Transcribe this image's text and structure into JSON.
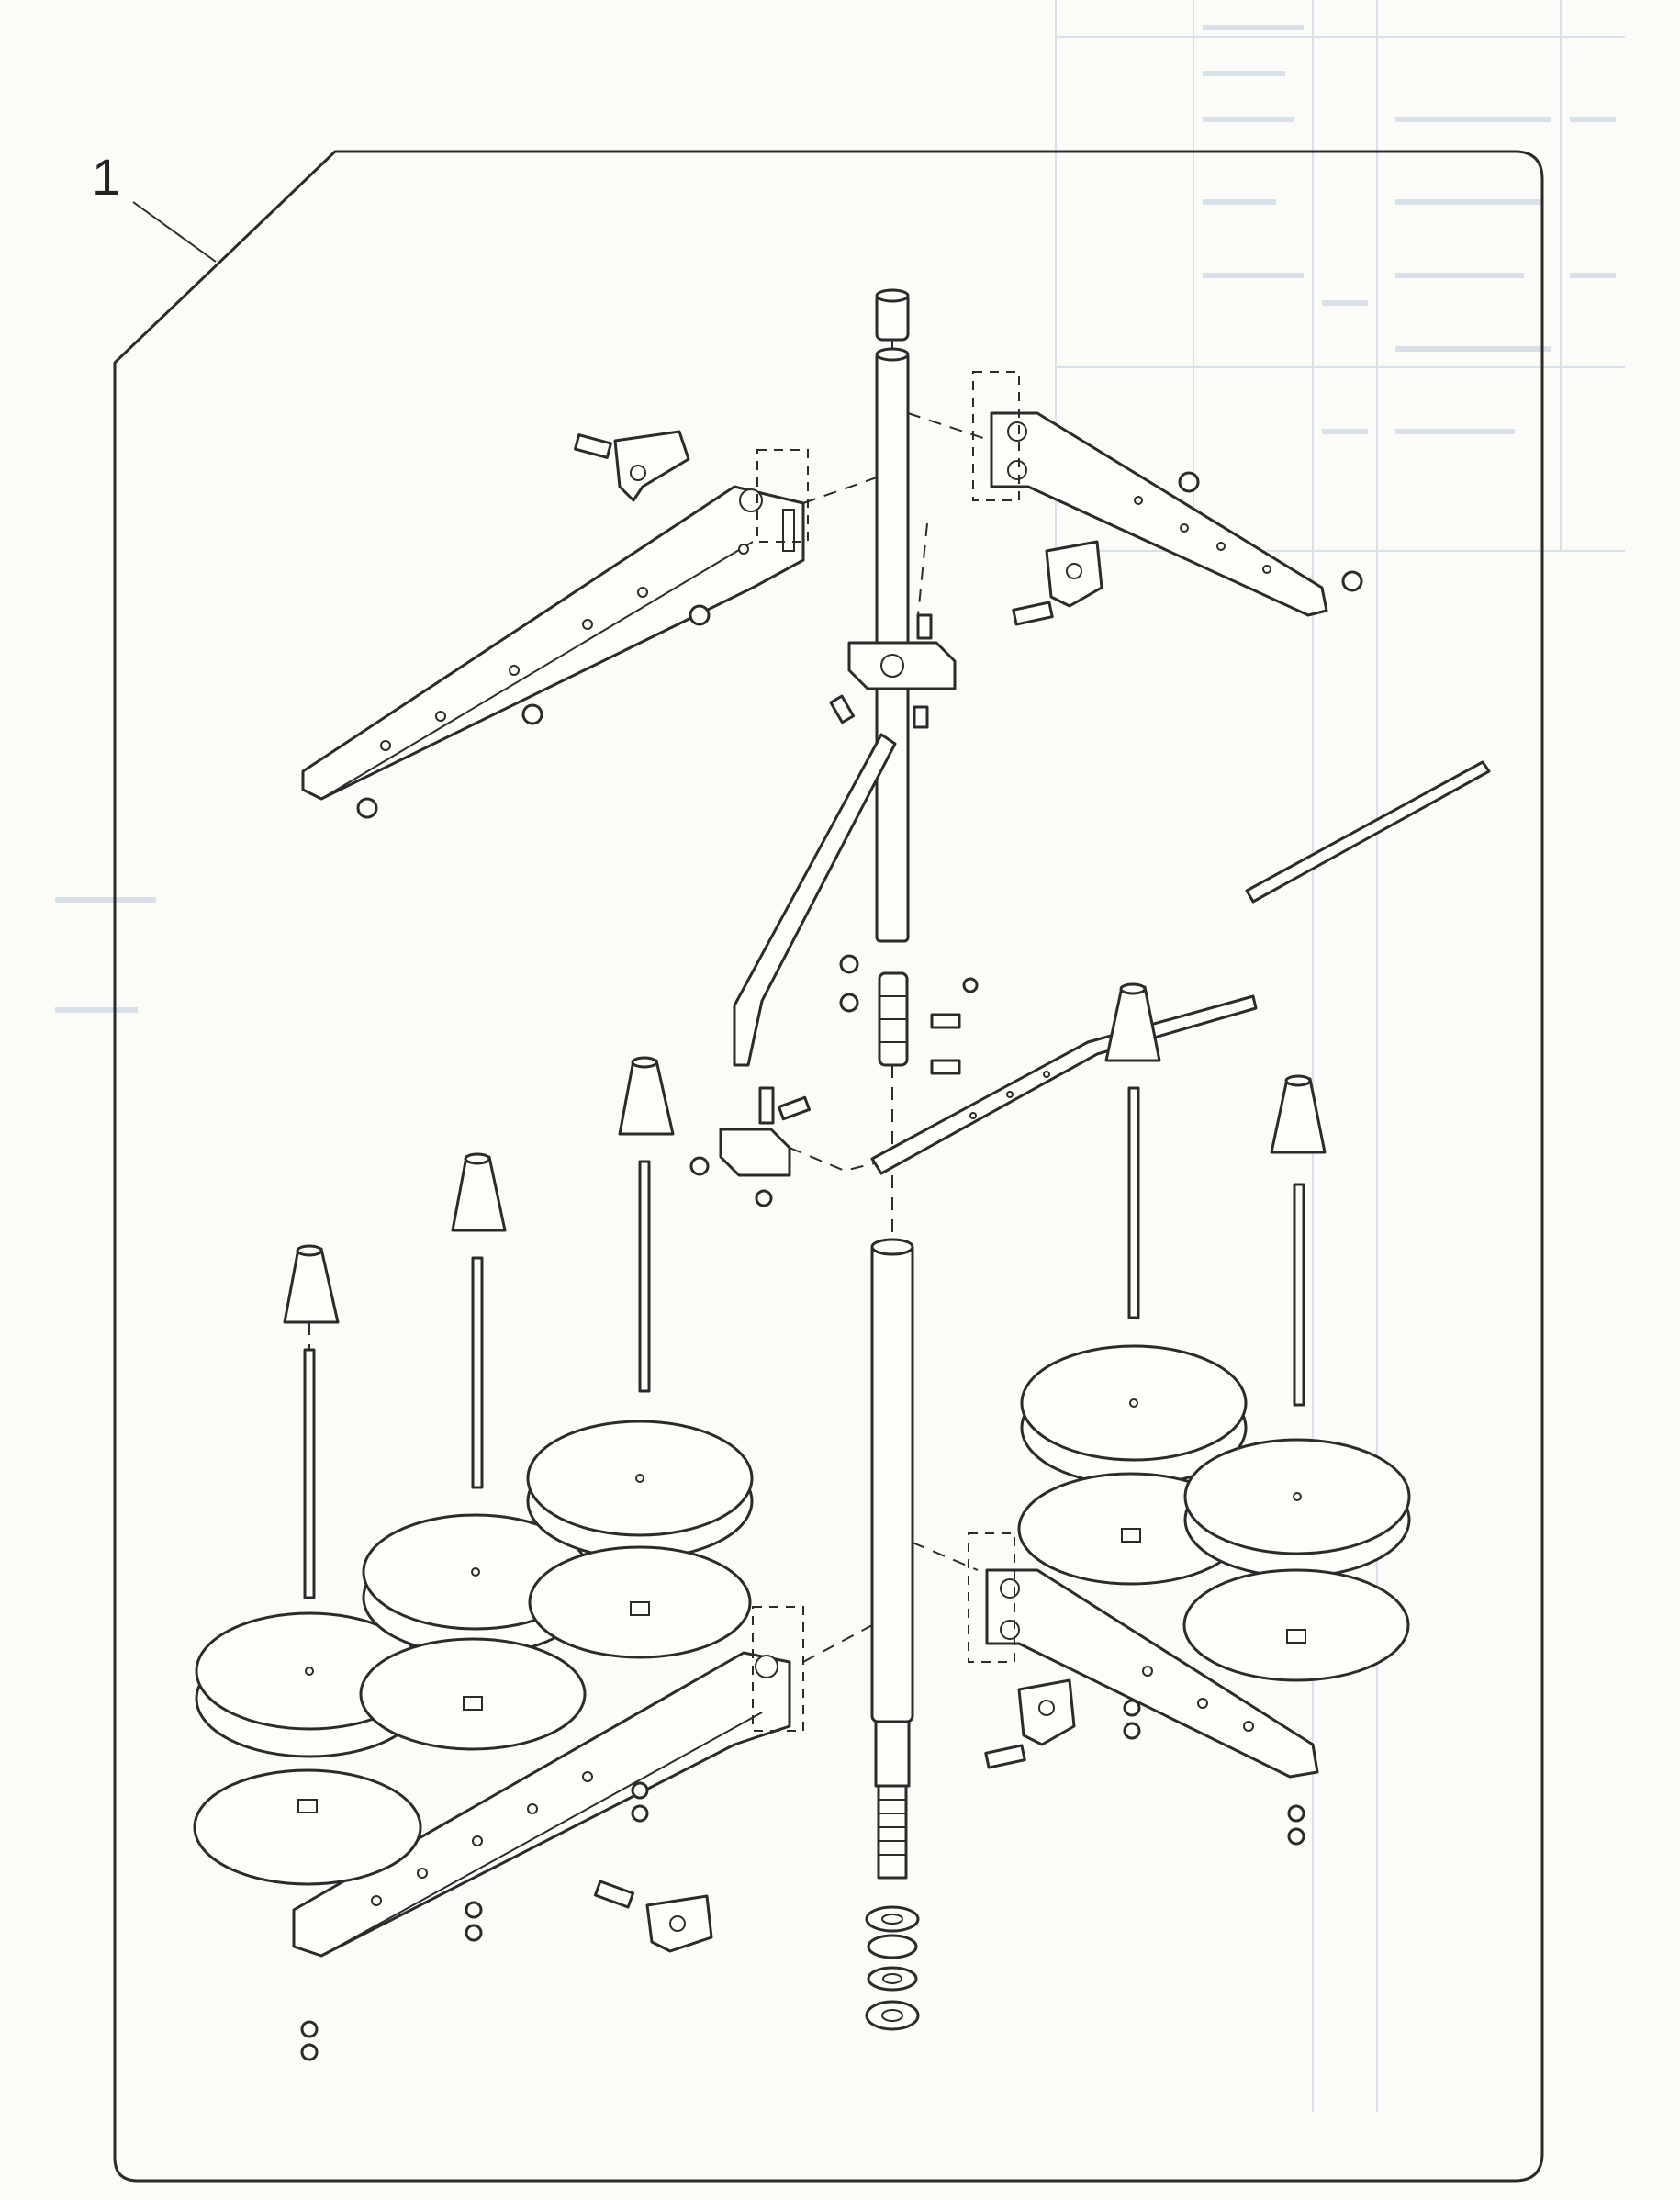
{
  "figure": {
    "callout_label": "1"
  },
  "colors": {
    "paper": "#fbfbf7",
    "ink": "#2b2b2b",
    "ghost_grid": "#c9d6e6"
  },
  "parts": {
    "spool_disc_count": 10,
    "spool_pin_count": 5,
    "thread_guide_cone_count": 5
  }
}
